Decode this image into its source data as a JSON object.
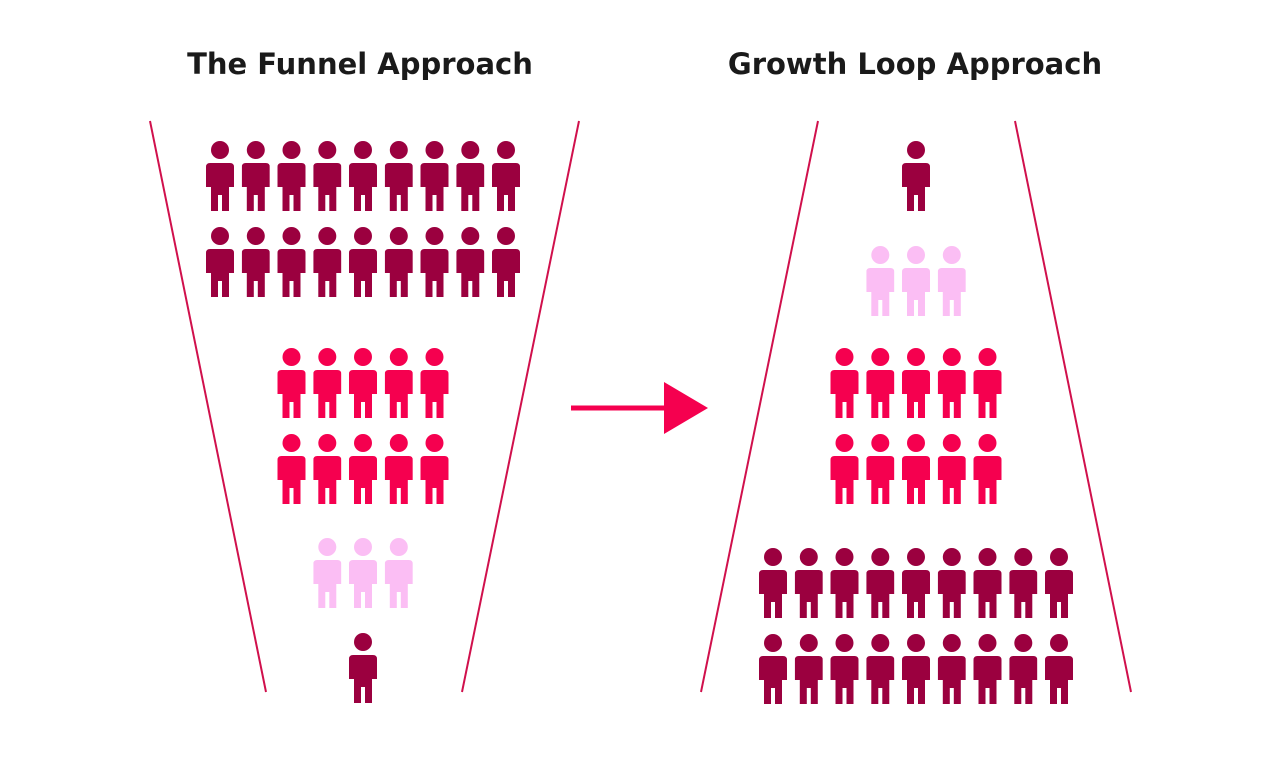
{
  "left_panel": {
    "title": "The Funnel Approach",
    "groups": [
      {
        "rows": 2,
        "count_per_row": 9,
        "color": "dark"
      },
      {
        "rows": 2,
        "count_per_row": 5,
        "color": "bright"
      },
      {
        "rows": 1,
        "count_per_row": 3,
        "color": "light"
      },
      {
        "rows": 1,
        "count_per_row": 1,
        "color": "dark"
      }
    ]
  },
  "right_panel": {
    "title": "Growth Loop Approach",
    "groups": [
      {
        "rows": 1,
        "count_per_row": 1,
        "color": "dark"
      },
      {
        "rows": 1,
        "count_per_row": 3,
        "color": "light"
      },
      {
        "rows": 2,
        "count_per_row": 5,
        "color": "bright"
      },
      {
        "rows": 2,
        "count_per_row": 9,
        "color": "dark"
      }
    ]
  },
  "colors": {
    "dark": "#9b003f",
    "bright": "#f5004f",
    "light": "#fbbef4",
    "line": "#d0104c",
    "arrow": "#f5004f"
  }
}
